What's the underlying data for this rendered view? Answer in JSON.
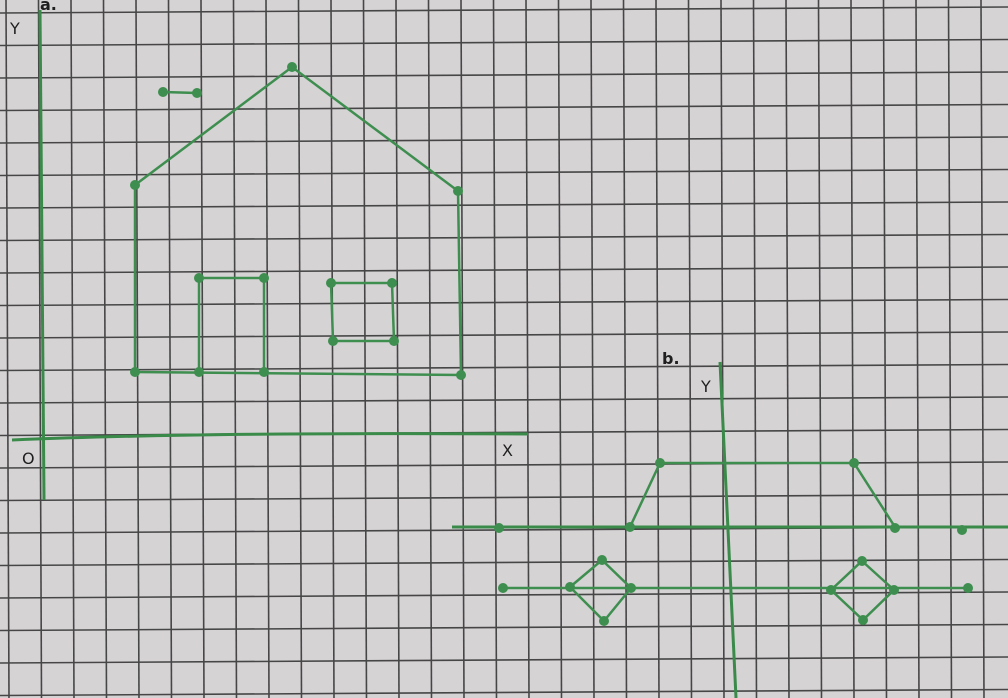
{
  "labels": {
    "part_a": "a.",
    "part_b": "b.",
    "axis_a_y": "Y",
    "axis_a_x": "X",
    "origin_a": "O",
    "axis_b_y": "Y"
  },
  "colors": {
    "paper": "#d6d3d5",
    "grid": "#2a2a2a",
    "green": "#3e8e4f",
    "axis_green": "#3a8a4a"
  }
}
